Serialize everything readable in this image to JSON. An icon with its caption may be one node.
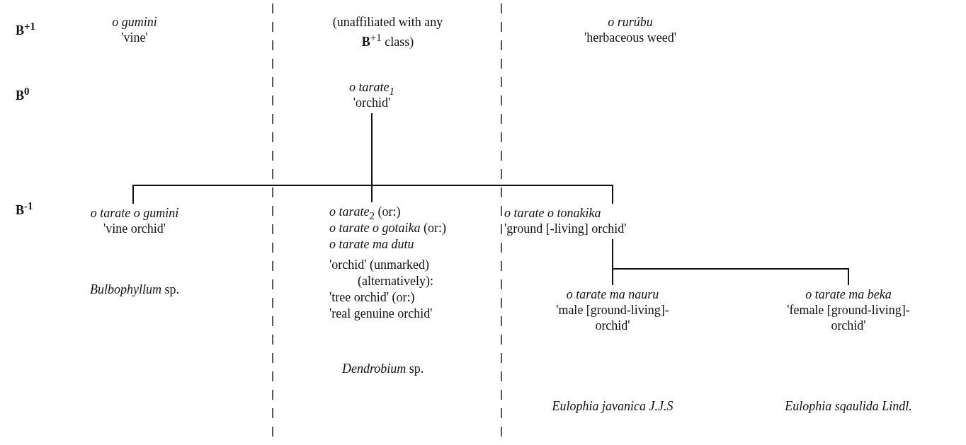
{
  "diagram": {
    "nodes": [
      {
        "text": [
          "*o tarate*$_{1}$",
          "'orchid'"
        ]
      },
      {
        "text": [
          "o tarate o gumini",
          "'vine orchid'",
          "*Bulbophyllum* sp."
        ]
      },
      {
        "text": [
          "*o tarate*$_{2}$ (or:)",
          "*o tarate o gotaika* (or:)",
          "o tarate ma dutu",
          "'orchid' (unmarked)",
          "(alternatively):",
          "'tree orchid' (or:)",
          "'real genuine orchid'",
          "*Dendrobium* sp."
        ]
      },
      {
        "text": [
          "o tarate o tonakika",
          "'ground [-living] orchid'"
        ]
      },
      {
        "text": [
          "o tarate ma nauru",
          "'male [ground-living]- orchid'",
          "Eulophia javanica J.J.S"
        ]
      },
      {
        "text": [
          "o tarate ma beka",
          "'female [ground-living]-orchid'",
          "Eulophia sqaulida Lindl."
        ]
      }
    ],
    "edges": [
      {
        "from": 0,
        "to": 1,
        "arrow": "none"
      },
      {
        "from": 0,
        "to": 2,
        "arrow": "none"
      },
      {
        "from": 0,
        "to": 3,
        "arrow": "none"
      },
      {
        "from": 3,
        "to": 4,
        "arrow": "none"
      },
      {
        "from": 3,
        "to": 5,
        "arrow": "none"
      }
    ],
    "labels": [
      "B$^{+1}$",
      "o gumini",
      "'vine'",
      "(unaffiliated with any **B**$^{+1}$ class)",
      "o rurúbu",
      "'herbaceous weed'",
      "B$^{0}$",
      "B$^{-1}$"
    ]
  }
}
